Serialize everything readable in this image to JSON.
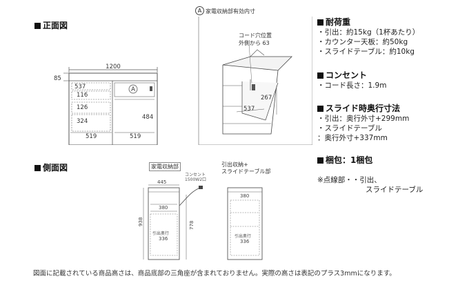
{
  "front_view": {
    "heading": "正面図",
    "overall_width": "1200",
    "top_height": "85",
    "dims": [
      "537",
      "116",
      "126",
      "324",
      "519",
      "519",
      "484"
    ],
    "marker": "A"
  },
  "side_view": {
    "heading": "側面図",
    "label_left": "家電収納部",
    "label_right_1": "引出収納+",
    "label_right_2": "スライドテーブル部",
    "outlet_1": "コンセント",
    "outlet_2": "1500W2口",
    "dims_left": [
      "445",
      "380",
      "938",
      "778",
      "336"
    ],
    "dims_right": [
      "380",
      "336"
    ],
    "drawer_depth_label": "引出奥行"
  },
  "detail": {
    "marker": "A",
    "title": "家電収納部有効内寸",
    "cord_1": "コード穴位置",
    "cord_2": "外側から 63",
    "dim_267": "267",
    "dim_537": "537"
  },
  "specs": {
    "load_heading": "耐荷重",
    "load_lines": [
      "・引出：約15kg（1杯あたり）",
      "・カウンター天板：約50kg",
      "・スライドテーブル：約10kg"
    ],
    "outlet_heading": "コンセント",
    "outlet_lines": [
      "・コード長さ：1.9m"
    ],
    "slide_heading": "スライド時奥行寸法",
    "slide_lines": [
      "・引出：奥行外寸+299mm",
      "・スライドテーブル",
      "：奥行外寸+337mm"
    ],
    "pack_heading": "梱包：1梱包",
    "note_1": "※点線部・・引出、",
    "note_2": "スライドテーブル"
  },
  "footer": "図面に記載されている商品高さは、商品底部の三角座が含まれておりません。実際の高さは表記のプラス3mmになります。",
  "colors": {
    "line": "#555555",
    "text": "#222222",
    "background": "#ffffff"
  }
}
